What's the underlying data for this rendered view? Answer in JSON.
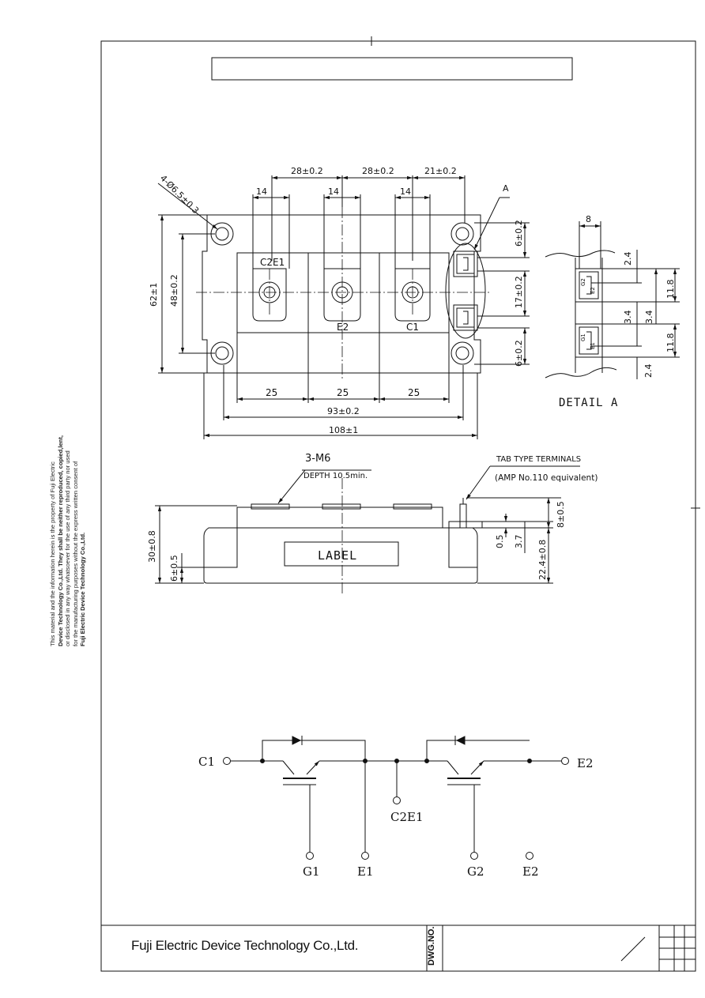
{
  "drawing": {
    "company": "Fuji Electric Device Technology Co.,Ltd.",
    "dwg_no_label": "DWG.NO.",
    "confidentiality_notice": [
      "This material and the information herein is the property of Fuji Electric",
      "Device Technology Co.,Ltd. They shall be neither reproduced, copied,lent,",
      "or disclosed in any way whatsoever for the use of any third party nor used",
      "for the manufacturing purposes without the express written consent of",
      "Fuji Electric Device Technology Co.,Ltd."
    ]
  },
  "top_view": {
    "mount_hole": "4-Ø6.5±0.3",
    "dim_28a": "28±0.2",
    "dim_28b": "28±0.2",
    "dim_21": "21±0.2",
    "dim_14a": "14",
    "dim_14b": "14",
    "dim_14c": "14",
    "detail_ref": "A",
    "dim_62": "62±1",
    "dim_48": "48±0.2",
    "dim_6a": "6±0.2",
    "dim_17": "17±0.2",
    "dim_6b": "6±0.2",
    "dim_25a": "25",
    "dim_25b": "25",
    "dim_25c": "25",
    "dim_93": "93±0.2",
    "dim_108": "108±1",
    "label_c2e1": "C2E1",
    "label_e2": "E2",
    "label_c1": "C1"
  },
  "detail_a": {
    "title": "DETAIL A",
    "dim_8": "8",
    "dim_2_4a": "2.4",
    "dim_11_8a": "11.8",
    "dim_3_4a": "3.4",
    "dim_3_4b": "3.4",
    "dim_11_8b": "11.8",
    "dim_2_4b": "2.4",
    "tab_g2": "G2",
    "tab_e2": "E2",
    "tab_g1": "G1",
    "tab_e1": "E1"
  },
  "side_view": {
    "screw": "3-M6",
    "depth": "DEPTH 10.5min.",
    "tab_terminals": "TAB TYPE TERMINALS",
    "amp": "(AMP No.110 equivalent)",
    "label": "LABEL",
    "dim_30": "30±0.8",
    "dim_6": "6±0.5",
    "dim_8": "8±0.5",
    "dim_0_5": "0.5",
    "dim_3_7": "3.7",
    "dim_22_4": "22.4±0.8"
  },
  "schematic": {
    "c1": "C1",
    "e2_right": "E2",
    "c2e1": "C2E1",
    "g1": "G1",
    "e1": "E1",
    "g2": "G2",
    "e2_bottom": "E2"
  }
}
